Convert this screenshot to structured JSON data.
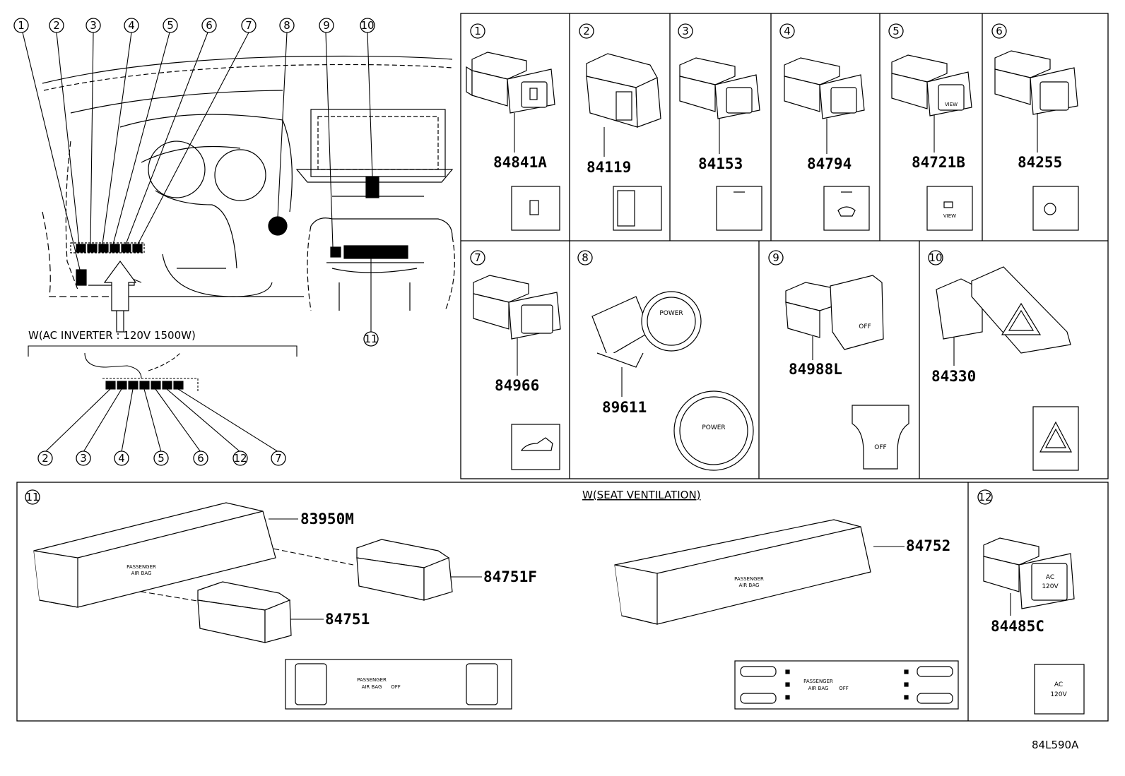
{
  "diagram_code": "84L590A",
  "callouts": [
    "1",
    "2",
    "3",
    "4",
    "5",
    "6",
    "7",
    "8",
    "9",
    "10",
    "11",
    "12"
  ],
  "inverter_label": "W(AC INVERTER : 120V 1500W)",
  "seat_vent_label": "W(SEAT VENTILATION)",
  "parts": {
    "p1": "84841A",
    "p2": "84119",
    "p3": "84153",
    "p4": "84794",
    "p5": "84721B",
    "p6": "84255",
    "p7": "84966",
    "p8": "89611",
    "p9": "84988L",
    "p10": "84330",
    "p11a": "83950M",
    "p11b": "84751F",
    "p11c": "84751",
    "p11d": "84752",
    "p12": "84485C"
  },
  "switch_text": {
    "power": "POWER",
    "off": "OFF",
    "view": "VIEW",
    "ac": "AC",
    "v120": "120V",
    "passenger": "PASSENGER",
    "air_bag": "AIR BAG",
    "off_small": "OFF"
  },
  "colors": {
    "line": "#000000",
    "background": "#ffffff"
  }
}
